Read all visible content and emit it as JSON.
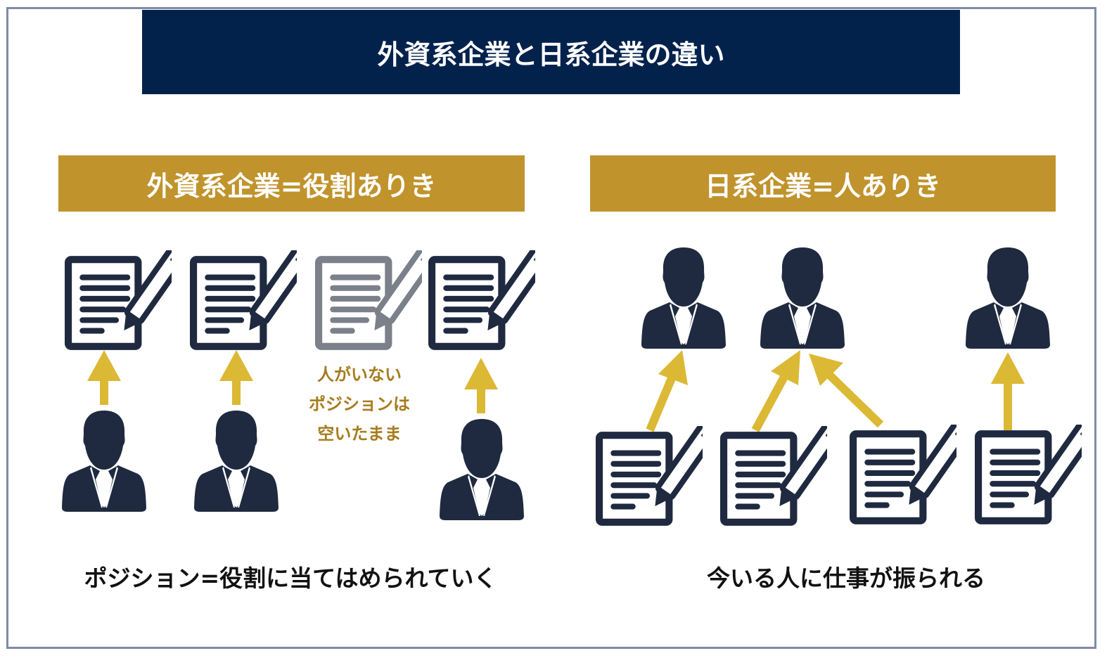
{
  "title": "外資系企業と日系企業の違い",
  "left": {
    "heading": "外資系企業=役割ありき",
    "note_lines": [
      "人がいない",
      "ポジションは",
      "空いたまま"
    ],
    "caption": "ポジション=役割に当てはめられていく"
  },
  "right": {
    "heading": "日系企業=人ありき",
    "caption": "今いる人に仕事が振られる"
  },
  "colors": {
    "navy": "#02224c",
    "gold": "#c0932c",
    "arrow": "#dbb935",
    "icon": "#1f2a40",
    "empty": "#7b808a"
  }
}
